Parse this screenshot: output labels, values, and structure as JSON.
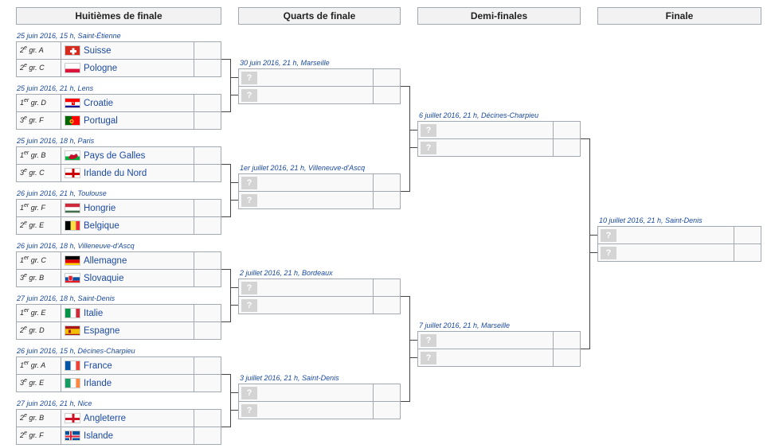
{
  "rounds": [
    "Huitièmes de finale",
    "Quarts de finale",
    "Demi-finales",
    "Finale"
  ],
  "r16": [
    {
      "label": "25 juin 2016, 15 h, Saint-Étienne",
      "teams": [
        {
          "num": "2",
          "sup": "e",
          "grp": "gr. A",
          "name": "Suisse",
          "flag": "sui"
        },
        {
          "num": "2",
          "sup": "e",
          "grp": "gr. C",
          "name": "Pologne",
          "flag": "pol"
        }
      ]
    },
    {
      "label": "25 juin 2016, 21 h, Lens",
      "teams": [
        {
          "num": "1",
          "sup": "er",
          "grp": "gr. D",
          "name": "Croatie",
          "flag": "cro"
        },
        {
          "num": "3",
          "sup": "e",
          "grp": "gr. F",
          "name": "Portugal",
          "flag": "por"
        }
      ]
    },
    {
      "label": "25 juin 2016, 18 h, Paris",
      "teams": [
        {
          "num": "1",
          "sup": "er",
          "grp": "gr. B",
          "name": "Pays de Galles",
          "flag": "wal"
        },
        {
          "num": "3",
          "sup": "e",
          "grp": "gr. C",
          "name": "Irlande du Nord",
          "flag": "nir"
        }
      ]
    },
    {
      "label": "26 juin 2016, 21 h, Toulouse",
      "teams": [
        {
          "num": "1",
          "sup": "er",
          "grp": "gr. F",
          "name": "Hongrie",
          "flag": "hun"
        },
        {
          "num": "2",
          "sup": "e",
          "grp": "gr. E",
          "name": "Belgique",
          "flag": "bel"
        }
      ]
    },
    {
      "label": "26 juin 2016, 18 h, Villeneuve-d'Ascq",
      "teams": [
        {
          "num": "1",
          "sup": "er",
          "grp": "gr. C",
          "name": "Allemagne",
          "flag": "ger"
        },
        {
          "num": "3",
          "sup": "e",
          "grp": "gr. B",
          "name": "Slovaquie",
          "flag": "svk"
        }
      ]
    },
    {
      "label": "27 juin 2016, 18 h, Saint-Denis",
      "teams": [
        {
          "num": "1",
          "sup": "er",
          "grp": "gr. E",
          "name": "Italie",
          "flag": "ita"
        },
        {
          "num": "2",
          "sup": "e",
          "grp": "gr. D",
          "name": "Espagne",
          "flag": "esp"
        }
      ]
    },
    {
      "label": "26 juin 2016, 15 h, Décines-Charpieu",
      "teams": [
        {
          "num": "1",
          "sup": "er",
          "grp": "gr. A",
          "name": "France",
          "flag": "fra"
        },
        {
          "num": "3",
          "sup": "e",
          "grp": "gr. E",
          "name": "Irlande",
          "flag": "irl"
        }
      ]
    },
    {
      "label": "27 juin 2016, 21 h, Nice",
      "teams": [
        {
          "num": "2",
          "sup": "e",
          "grp": "gr. B",
          "name": "Angleterre",
          "flag": "eng"
        },
        {
          "num": "2",
          "sup": "e",
          "grp": "gr. F",
          "name": "Islande",
          "flag": "isl"
        }
      ]
    }
  ],
  "qf": [
    {
      "label": "30 juin 2016, 21 h, Marseille"
    },
    {
      "label": "1er juillet 2016, 21 h, Villeneuve-d'Ascq"
    },
    {
      "label": "2 juillet 2016, 21 h, Bordeaux"
    },
    {
      "label": "3 juillet 2016, 21 h, Saint-Denis"
    }
  ],
  "sf": [
    {
      "label": "6 juillet 2016, 21 h, Décines-Charpieu"
    },
    {
      "label": "7 juillet 2016, 21 h, Marseille"
    }
  ],
  "final": [
    {
      "label": "10 juillet 2016, 21 h, Saint-Denis"
    }
  ],
  "unknown_text": "?",
  "colors": {
    "label": "#1b4aa0",
    "border": "#a2a9b1",
    "header_bg": "#f2f2f2",
    "placeholder": "#d4d4d4"
  }
}
